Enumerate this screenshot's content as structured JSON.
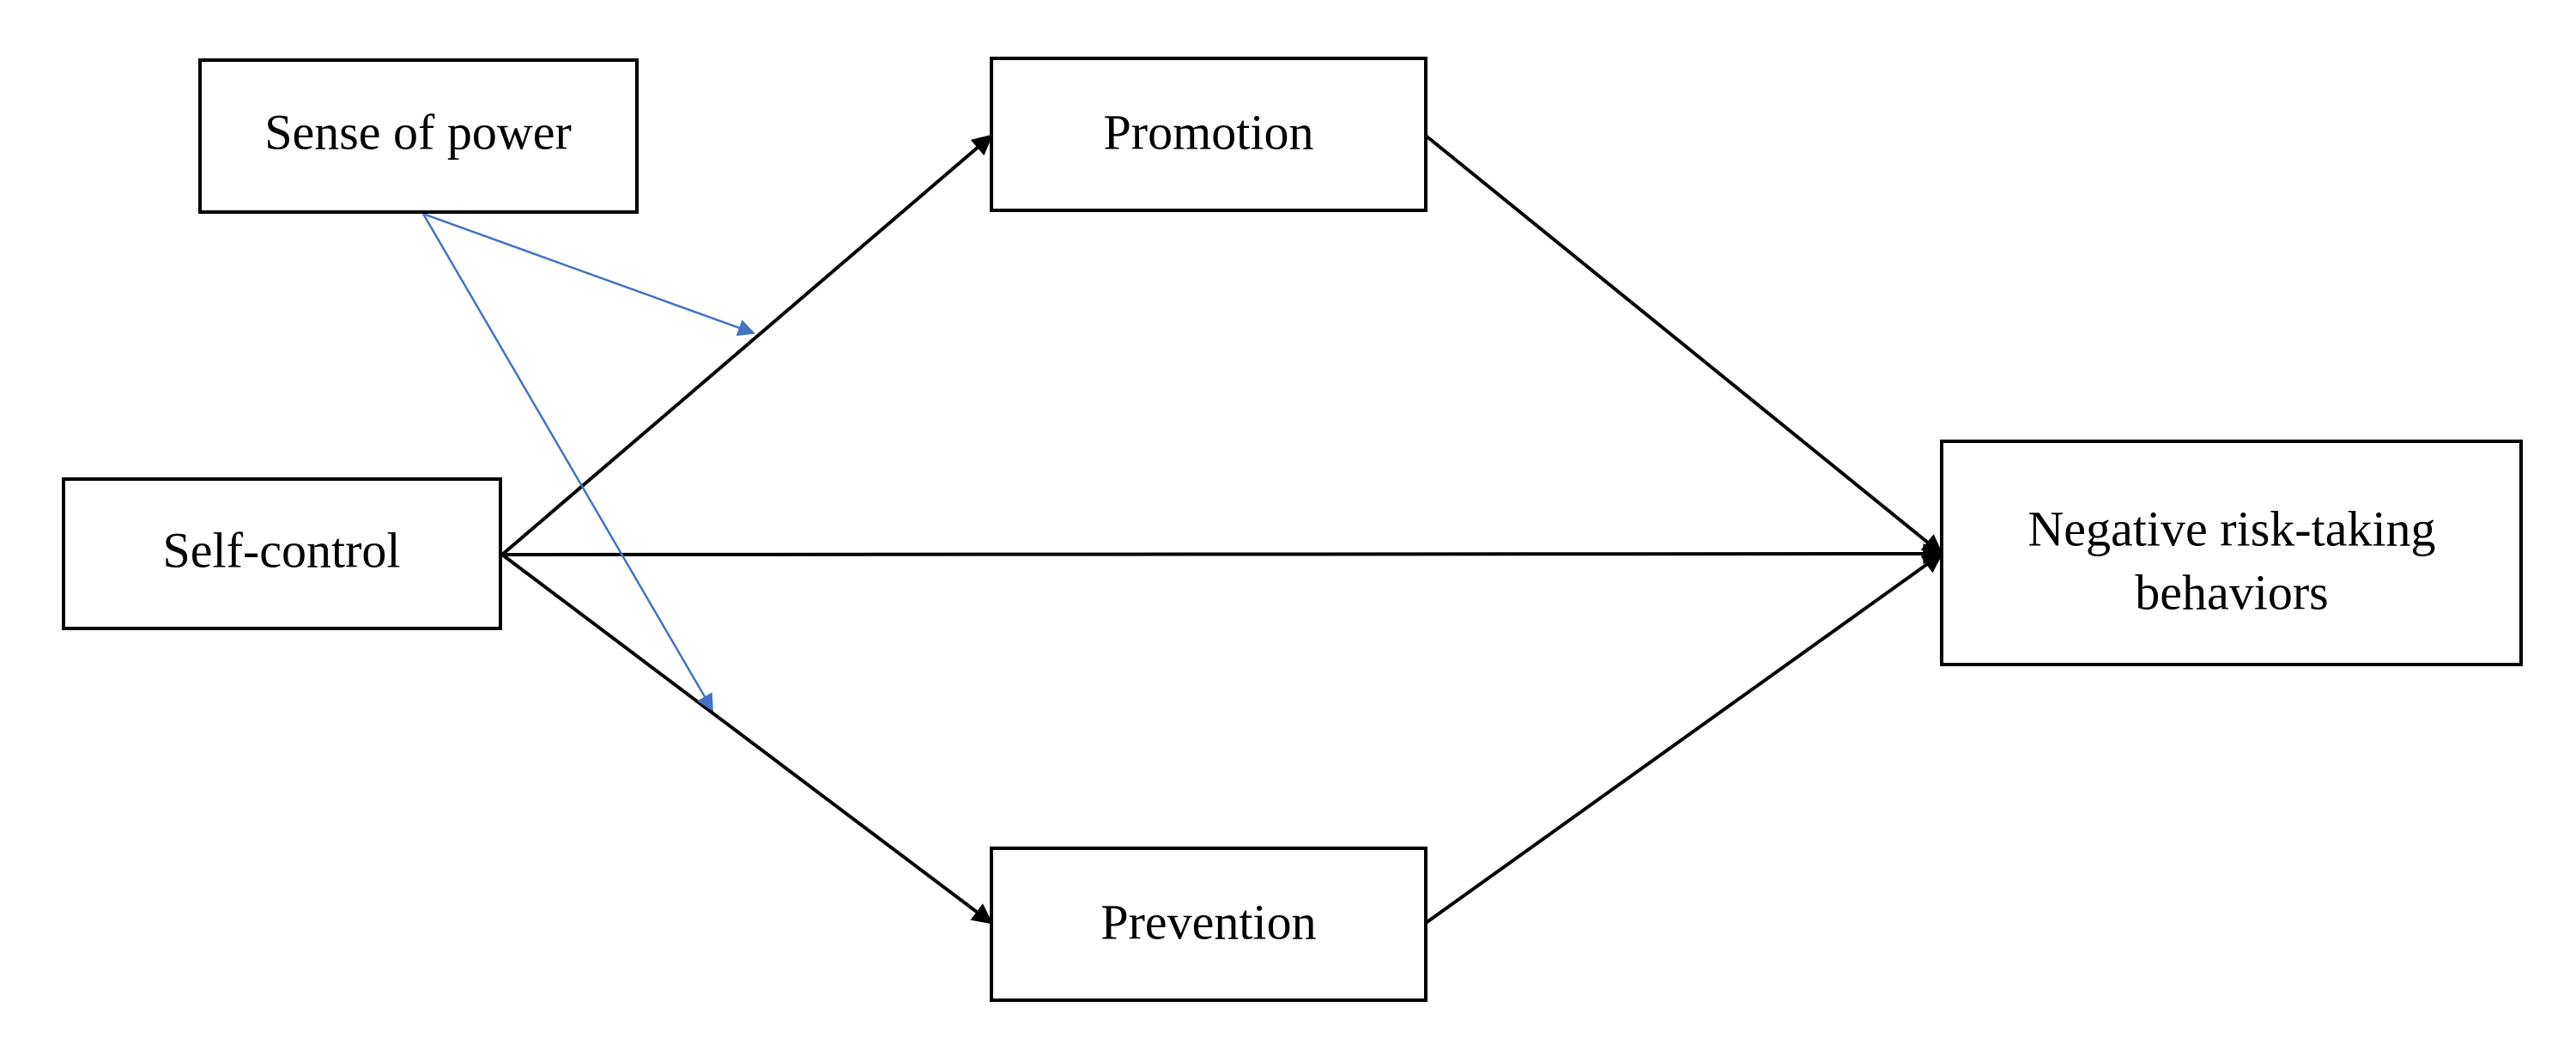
{
  "diagram": {
    "nodes": {
      "sense_of_power": {
        "label": "Sense of power"
      },
      "promotion": {
        "label": "Promotion"
      },
      "self_control": {
        "label": "Self-control"
      },
      "prevention": {
        "label": "Prevention"
      },
      "negative_risk": {
        "line1": "Negative risk-taking",
        "line2": "behaviors"
      }
    },
    "colors": {
      "main_path": "#000000",
      "moderation_path": "#4472c4"
    }
  }
}
